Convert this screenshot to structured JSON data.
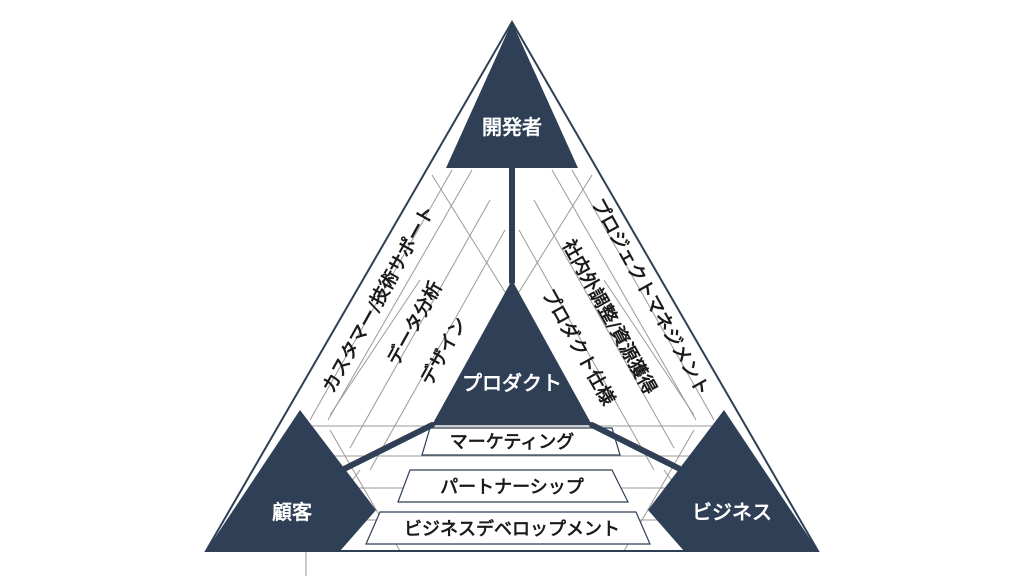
{
  "colors": {
    "dark": "#2f3f55",
    "line": "#9a9a9a",
    "text": "#1a1a1a",
    "background": "#ffffff"
  },
  "vertices": {
    "top": "開発者",
    "bottom_left": "顧客",
    "bottom_right": "ビジネス",
    "center": "プロダクト"
  },
  "left_side": [
    "カスタマー/技術サポート",
    "データ分析",
    "デザイン"
  ],
  "right_side": [
    "プロジェクトマネジメント",
    "社内外調整/資源獲得",
    "プロダクト仕様"
  ],
  "bottom_side": [
    "マーケティング",
    "パートナーシップ",
    "ビジネスデベロップメント"
  ]
}
